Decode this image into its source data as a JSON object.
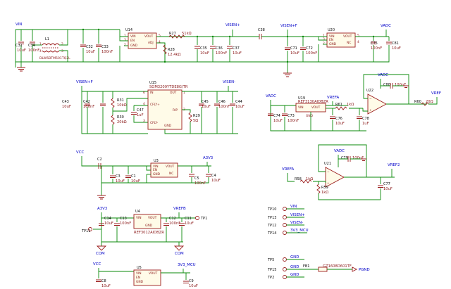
{
  "nets": {
    "vin": "VIN",
    "visen_p": "VISEN+",
    "visen_p_f": "VISEN+F",
    "vadc": "VADC",
    "visen_m": "VISEN-",
    "visen_p_f2": "VISEN+F",
    "vadc2": "VADC",
    "vrefa": "VREFA",
    "vref": "VREF",
    "vcc": "VCC",
    "a3v3": "A3V3",
    "vadc3": "VADC",
    "vrefa2": "VREFA",
    "vref2": "VREF2",
    "a3v3b": "A3V3",
    "vrefb": "VREFB",
    "com1": "COM",
    "com2": "COM",
    "pgnd": "PGND",
    "vcc2": "VCC",
    "mcu3v3": "3V3_MCU"
  },
  "parts": {
    "c31": "C31",
    "c31v": "10uF",
    "c34": "C34",
    "c34v": "100nF",
    "l1": "L1",
    "l1v": "DLW5BTM501TQ2L",
    "c32": "C32",
    "c32v": "10uF",
    "c33": "C33",
    "c33v": "100nF",
    "u14": "U14",
    "r27": "R27",
    "r27v": "51kΩ",
    "r28": "R28",
    "r28v": "12.4kΩ",
    "c35": "C35",
    "c35v": "10uF",
    "c36": "C36",
    "c36v": "100nF",
    "c37": "C37",
    "c37v": "10uF",
    "c38": "C38",
    "u20": "U20",
    "c71": "C71",
    "c71v": "10uF",
    "c72": "C72",
    "c72v": "100nF",
    "c75": "C75",
    "c75v": "100nF",
    "c81": "C81",
    "c81v": "10uF",
    "u15": "U15",
    "u15p": "SGM3209YTDE8G/TR",
    "c43": "C43",
    "c43v": "10uF",
    "c42": "C42",
    "c42v": "100nF",
    "r31": "R31",
    "r31v": "10kΩ",
    "r30": "R30",
    "r30v": "20kΩ",
    "c47": "C47",
    "c47v": "1uF",
    "r29": "R29",
    "r29v": "5Ω",
    "c45": "C45",
    "c45v": "10uF",
    "c46": "C46",
    "c46v": "100nF",
    "c44": "C44",
    "c44v": "10uF",
    "u19": "U19",
    "u19p": "REF3130AIDBZR",
    "c74": "C74",
    "c74v": "10uF",
    "c73": "C73",
    "c73v": "100nF",
    "r61": "R61",
    "r61v": "1kΩ",
    "c76": "C76",
    "c76v": "10uF",
    "c78": "C78",
    "c78v": "1uF",
    "u22": "U22",
    "c80": "C80",
    "c80v": "100nF",
    "r60": "R60",
    "r60v": "20Ω",
    "c2": "C2",
    "c3": "C3",
    "c3v": "10uF",
    "c1": "C1",
    "c1v": "10uF",
    "u3": "U3",
    "c4": "C4",
    "c4v": "10uF",
    "c5": "C5",
    "c5v": "100nF",
    "u21": "U21",
    "c79": "C79",
    "c79v": "100nF",
    "r58": "R58",
    "r58v": "1kΩ",
    "r59": "R59",
    "r59v": "1kΩ",
    "c77": "C77",
    "c77v": "10uF",
    "u4": "U4",
    "u4p": "REF3012AIDBZR",
    "c14": "C14",
    "c14v": "10uF",
    "c13": "C13",
    "c13v": "100nF",
    "c12": "C12",
    "c12v": "100nF",
    "c11": "C11",
    "c11v": "10uF",
    "tp1": "TP1",
    "tp11": "TP11",
    "u5": "U5",
    "c8": "C8",
    "c8v": "10uF",
    "c9": "C9",
    "c9v": "10uF",
    "fb1": "FB1",
    "fb1p": "GZ1608D601TF"
  },
  "pins": {
    "vin": "VIN",
    "vout": "VOUT",
    "en": "EN",
    "gnd": "GND",
    "adj": "ADJ",
    "nc": "NC",
    "in": "IN",
    "out": "OUT",
    "cfly_p": "CFLY+",
    "cfly_m": "CFLY-",
    "rip": "RIP",
    "gnd2": "GND"
  },
  "testpoints": [
    {
      "ref": "TP10",
      "net": "VIN"
    },
    {
      "ref": "TP13",
      "net": "VISEN+"
    },
    {
      "ref": "TP12",
      "net": "VISEN-"
    },
    {
      "ref": "TP14",
      "net": "3V3_MCU"
    },
    {
      "ref": "TP5",
      "net": "GND"
    },
    {
      "ref": "TP15",
      "net": "GND"
    },
    {
      "ref": "TP2",
      "net": "GND"
    }
  ],
  "pin_nums": {
    "one": "1",
    "two": "2",
    "three": "3",
    "four": "4",
    "five": "5",
    "six": "6",
    "seven": "7",
    "eight": "8"
  }
}
